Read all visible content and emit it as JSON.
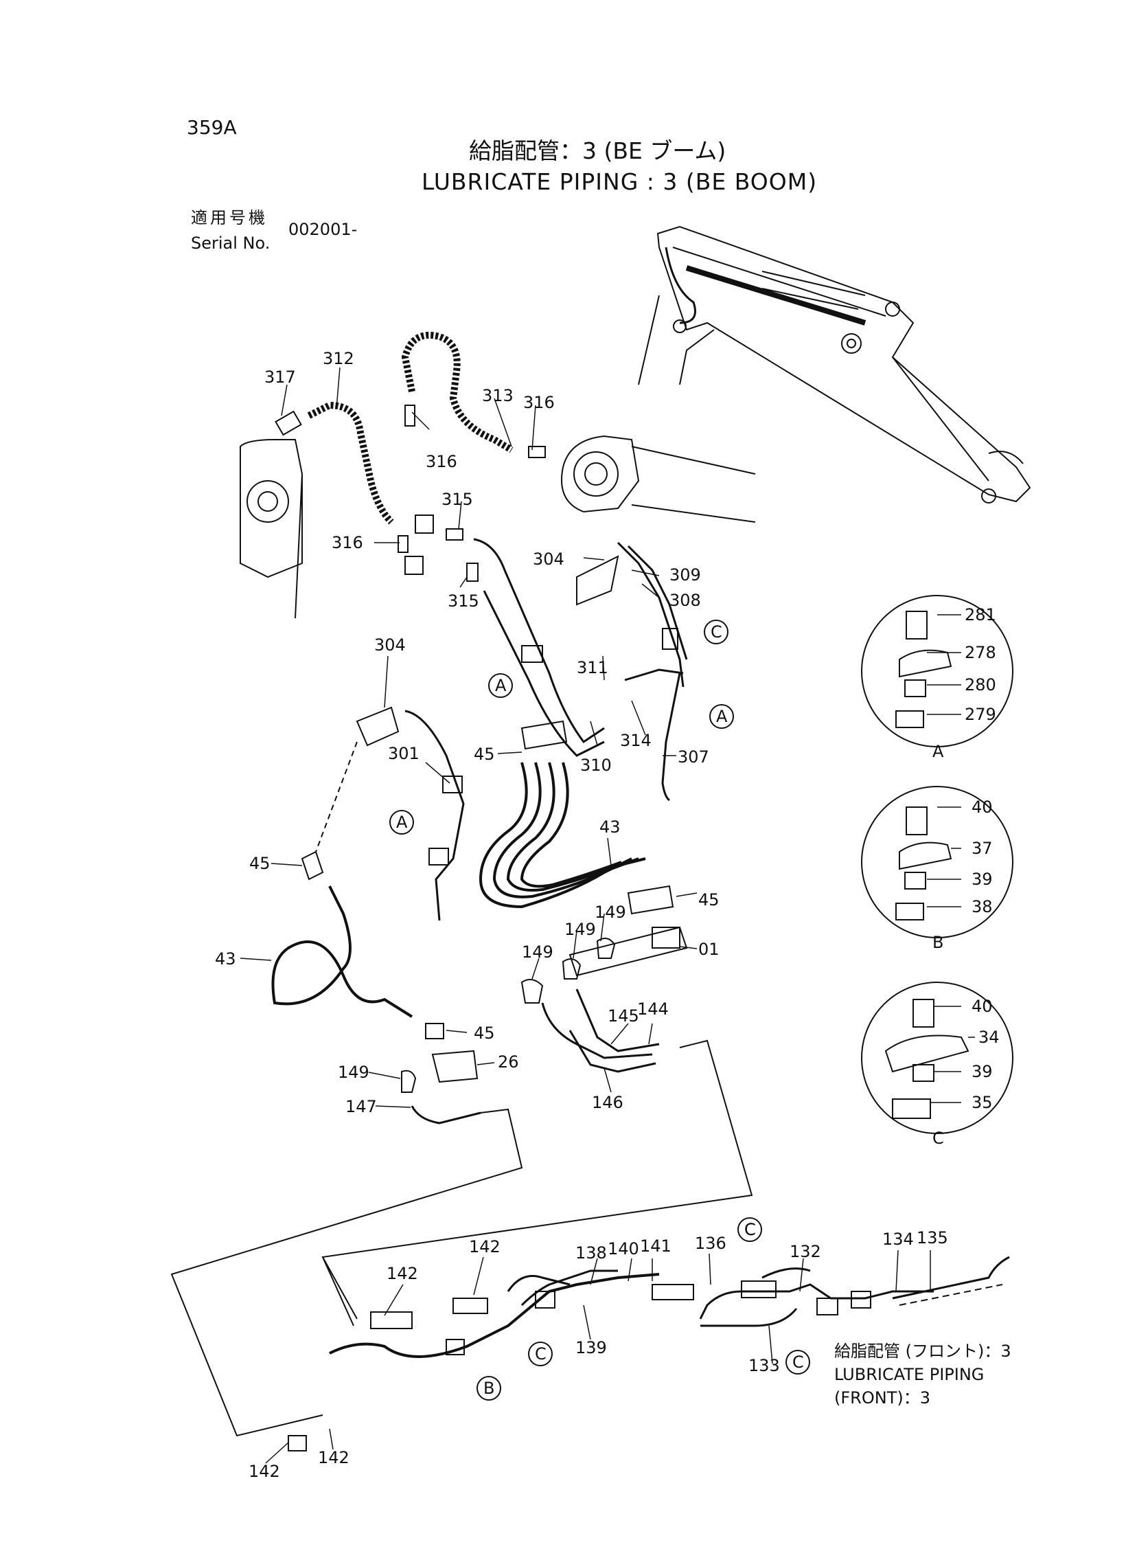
{
  "header": {
    "page_code": "359A",
    "title_ja": "給脂配管：3 (BE ブーム)",
    "title_en": "LUBRICATE PIPING : 3 (BE BOOM)",
    "serial_label_ja": "適用号機",
    "serial_label_en": "Serial No.",
    "serial_value": "002001-"
  },
  "callout_part_numbers": [
    "317",
    "312",
    "313",
    "316",
    "316",
    "316",
    "315",
    "315",
    "304",
    "309",
    "308",
    "311",
    "310",
    "314",
    "307",
    "304",
    "301",
    "45",
    "43",
    "45",
    "149",
    "149",
    "149",
    "01",
    "45",
    "43",
    "45",
    "26",
    "149",
    "147",
    "145",
    "144",
    "146",
    "142",
    "142",
    "142",
    "142",
    "138",
    "140",
    "141",
    "139",
    "136",
    "132",
    "134",
    "135",
    "133"
  ],
  "detail_views": [
    {
      "letter": "A",
      "parts": [
        "281",
        "278",
        "280",
        "279"
      ]
    },
    {
      "letter": "B",
      "parts": [
        "40",
        "37",
        "39",
        "38"
      ]
    },
    {
      "letter": "C",
      "parts": [
        "40",
        "34",
        "39",
        "35"
      ]
    }
  ],
  "reference_markers": [
    "A",
    "A",
    "A",
    "C",
    "C",
    "C",
    "C",
    "C",
    "B"
  ],
  "cross_reference_note": {
    "line1": "給脂配管 (フロント)：3",
    "line2": "LUBRICATE PIPING",
    "line3": "(FRONT)：3"
  }
}
